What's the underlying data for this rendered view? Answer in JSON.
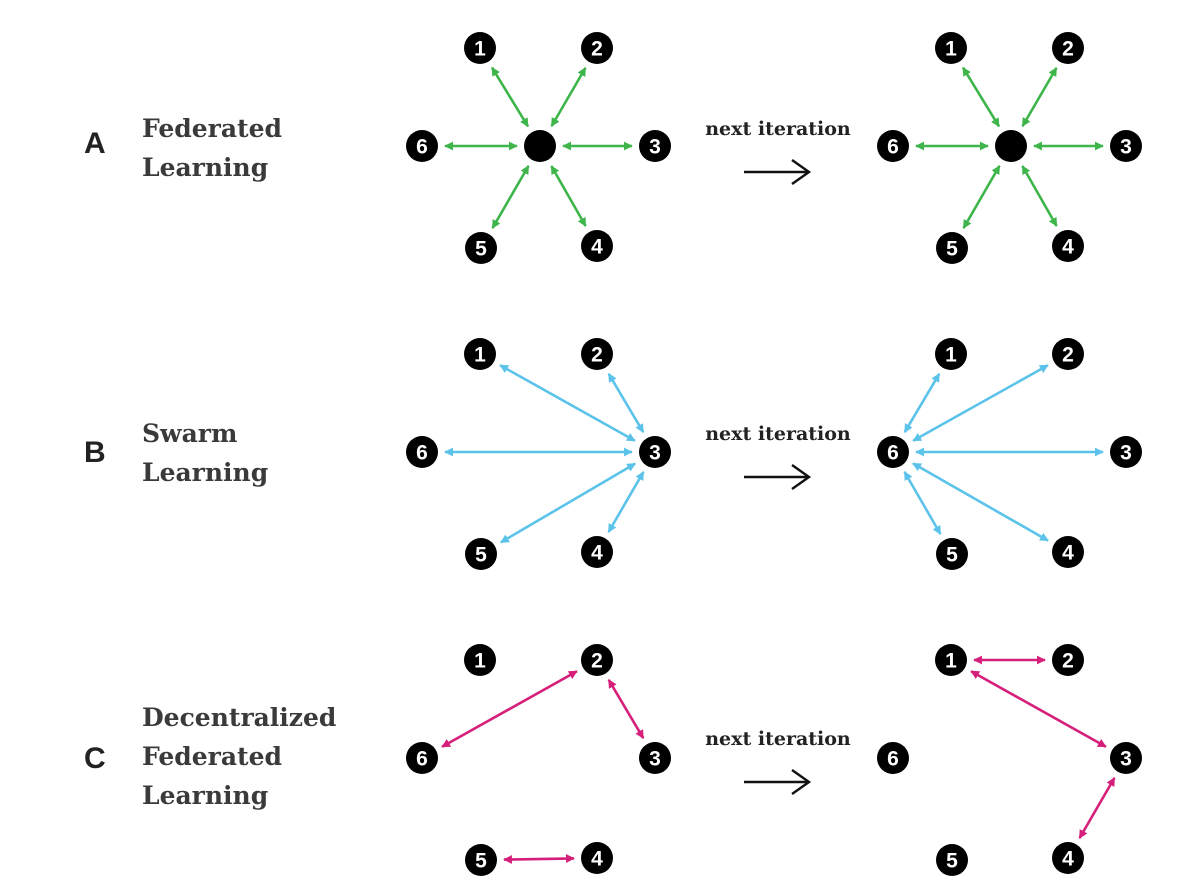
{
  "colors": {
    "node": "#000000",
    "node_text": "#ffffff",
    "arrow_a": "#3db54a",
    "arrow_b": "#5bc3ea",
    "arrow_c": "#d61f7a",
    "next_arrow": "#111111"
  },
  "panels": [
    {
      "id": "a",
      "letter": "A",
      "title_lines": [
        "Federated",
        "Learning"
      ],
      "iteration_label": "next iteration",
      "left": {
        "hub": "center",
        "nodes": [
          "1",
          "2",
          "3",
          "4",
          "5",
          "6"
        ],
        "edges": [
          [
            "center",
            "1"
          ],
          [
            "center",
            "2"
          ],
          [
            "center",
            "3"
          ],
          [
            "center",
            "4"
          ],
          [
            "center",
            "5"
          ],
          [
            "center",
            "6"
          ]
        ]
      },
      "right": {
        "hub": "center",
        "nodes": [
          "1",
          "2",
          "3",
          "4",
          "5",
          "6"
        ],
        "edges": [
          [
            "center",
            "1"
          ],
          [
            "center",
            "2"
          ],
          [
            "center",
            "3"
          ],
          [
            "center",
            "4"
          ],
          [
            "center",
            "5"
          ],
          [
            "center",
            "6"
          ]
        ]
      }
    },
    {
      "id": "b",
      "letter": "B",
      "title_lines": [
        "Swarm",
        "Learning"
      ],
      "iteration_label": "next iteration",
      "left": {
        "hub": null,
        "nodes": [
          "1",
          "2",
          "3",
          "4",
          "5",
          "6"
        ],
        "edges": [
          [
            "3",
            "1"
          ],
          [
            "3",
            "2"
          ],
          [
            "3",
            "4"
          ],
          [
            "3",
            "5"
          ],
          [
            "3",
            "6"
          ]
        ]
      },
      "right": {
        "hub": null,
        "nodes": [
          "1",
          "2",
          "3",
          "4",
          "5",
          "6"
        ],
        "edges": [
          [
            "6",
            "1"
          ],
          [
            "6",
            "2"
          ],
          [
            "6",
            "3"
          ],
          [
            "6",
            "4"
          ],
          [
            "6",
            "5"
          ]
        ]
      }
    },
    {
      "id": "c",
      "letter": "C",
      "title_lines": [
        "Decentralized",
        "Federated",
        "Learning"
      ],
      "iteration_label": "next iteration",
      "left": {
        "hub": null,
        "nodes": [
          "1",
          "2",
          "3",
          "4",
          "5",
          "6"
        ],
        "edges": [
          [
            "2",
            "6"
          ],
          [
            "2",
            "3"
          ],
          [
            "5",
            "4"
          ]
        ]
      },
      "right": {
        "hub": null,
        "nodes": [
          "1",
          "2",
          "3",
          "4",
          "5",
          "6"
        ],
        "edges": [
          [
            "1",
            "2"
          ],
          [
            "1",
            "3"
          ],
          [
            "3",
            "4"
          ]
        ]
      }
    }
  ]
}
